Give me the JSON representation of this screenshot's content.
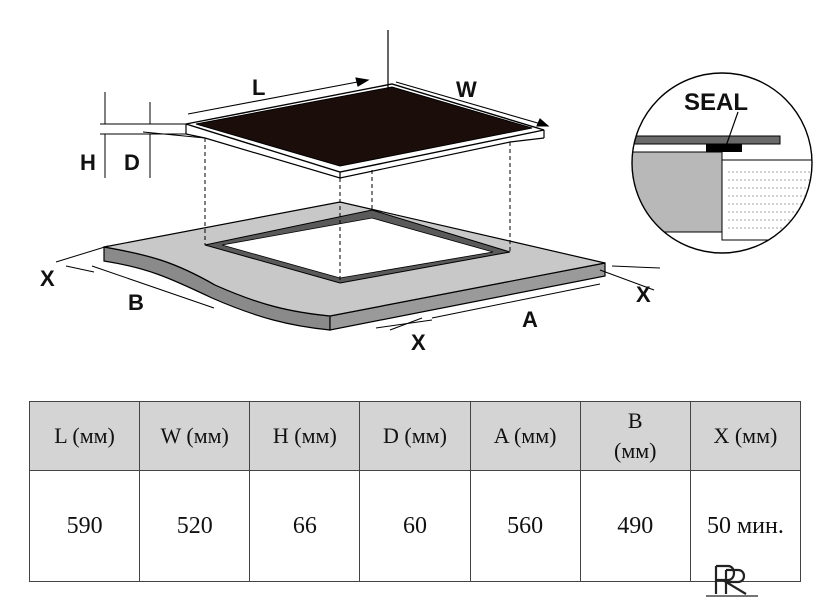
{
  "diagram": {
    "dimension_labels": {
      "length": "L",
      "width": "W",
      "height": "H",
      "depth": "D",
      "cutout_a": "A",
      "cutout_b": "B",
      "margin_x": "X"
    },
    "inset_label": "SEAL"
  },
  "table": {
    "headers": [
      "L (мм)",
      "W (мм)",
      "H (мм)",
      "D (мм)",
      "A (мм)",
      "B\n(мм)",
      "X (мм)"
    ],
    "values": [
      "590",
      "520",
      "66",
      "60",
      "560",
      "490",
      "50 мин."
    ]
  },
  "logo": {
    "text": "PR"
  }
}
